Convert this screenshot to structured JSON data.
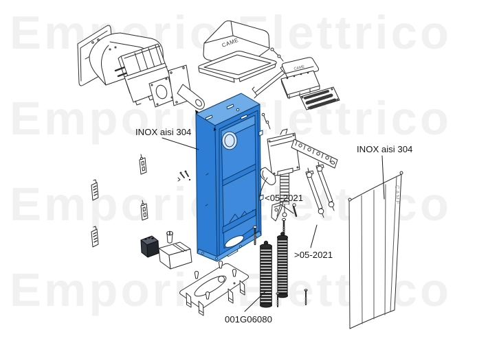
{
  "watermark": {
    "text": "Emporio Elettrico",
    "color": "#f1f1f1"
  },
  "palette": {
    "line": "#2a2a2a",
    "cabinet_blue": "#2d7dd5",
    "cabinet_blue_light": "#6face8",
    "cabinet_blue_interior": "#3f8adc",
    "cabinet_blue_flange": "#5aa0e6",
    "cabinet_outline": "#0e3a66",
    "spring_black": "#242424",
    "label_text": "#151515"
  },
  "labels": {
    "inox_left": "INOX aisi 304",
    "inox_right": "INOX aisi 304",
    "before_date": "<05-2021",
    "after_date": ">05-2021",
    "part_code": "001G06080"
  },
  "brand": {
    "logo": "CAME"
  }
}
